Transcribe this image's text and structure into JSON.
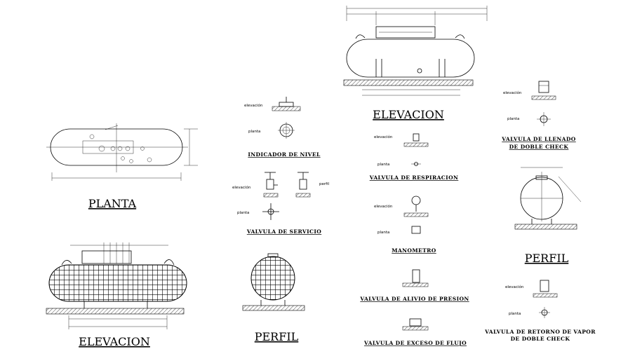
{
  "titles": {
    "planta": "PLANTA",
    "elevacion_left": "ELEVACION",
    "perfil_center": "PERFIL",
    "elevacion_top": "ELEVACION",
    "perfil_right": "PERFIL"
  },
  "fittings": {
    "indicador_nivel": "INDICADOR DE NIVEL",
    "valvula_servicio": "VALVULA DE SERVICIO",
    "valvula_respiracion": "VALVULA DE RESPIRACION",
    "manometro": "MANOMETRO",
    "valvula_alivio": "VALVULA DE ALIVIO DE PRESION",
    "valvula_exceso": "VALVULA DE EXCESO DE FLUJO",
    "valvula_llenado_1": "VALVULA DE LLENADO",
    "valvula_llenado_2": "DE DOBLE CHECK",
    "valvula_retorno_1": "VALVULA DE RETORNO DE VAPOR",
    "valvula_retorno_2": "DE DOBLE CHECK"
  },
  "view_labels": {
    "elevacion": "elevación",
    "planta": "planta",
    "perfil": "perfil"
  }
}
